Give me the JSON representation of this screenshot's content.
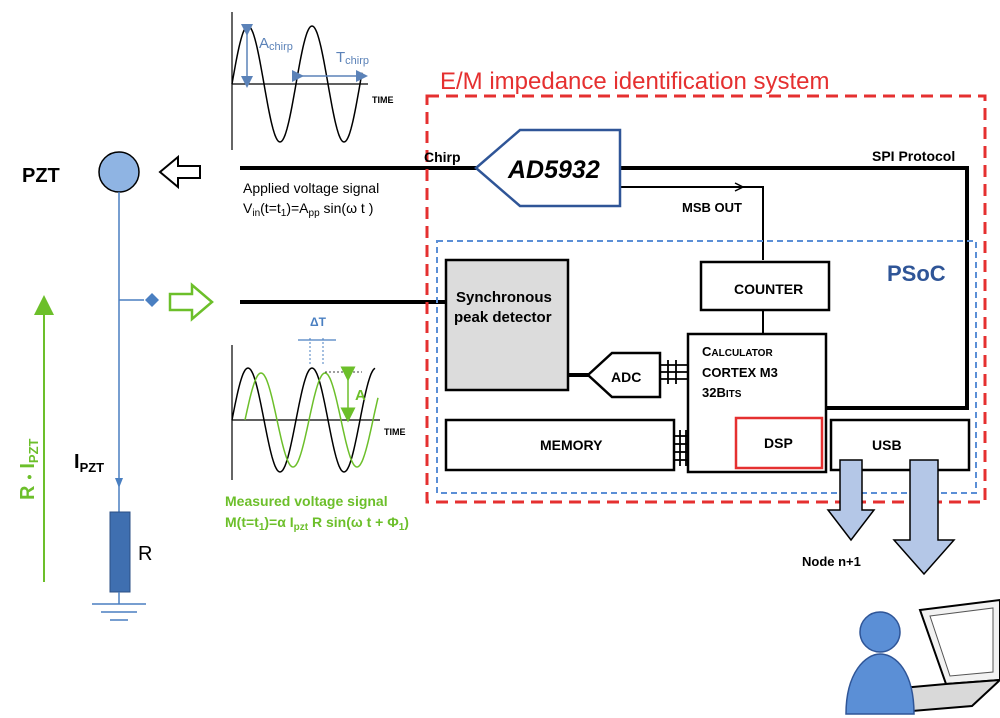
{
  "colors": {
    "black": "#000000",
    "red": "#e53030",
    "blue_dashed": "#5b8fd6",
    "green": "#6cbf2a",
    "pzt_blue": "#8fb4e3",
    "line_blue": "#4a7fc1",
    "resistor_blue": "#3f6fb0",
    "chirp_blue": "#5b82b8",
    "grey_fill": "#dcdcdc",
    "psoc_text": "#2f5597",
    "arrow_fill": "#b4c7e7"
  },
  "labels": {
    "system_title": "E/M impedance identification system",
    "psoc": "PSoC",
    "pzt": "PZT",
    "chirp": "Chirp",
    "ad5932": "AD5932",
    "spi_protocol": "SPI Protocol",
    "msb_out": "MSB OUT",
    "counter": "COUNTER",
    "sync_line1": "Synchronous",
    "sync_line2": "peak detector",
    "adc": "ADC",
    "calc_line1_big": "C",
    "calc_line1_small": "ALCULATOR",
    "calc_line2": "CORTEX M3",
    "calc_line3_big": "32B",
    "calc_line3_small": "ITS",
    "memory": "MEMORY",
    "dsp": "DSP",
    "usb": "USB",
    "node": "Node n+1",
    "applied_line1": "Applied voltage signal",
    "applied_v": "V",
    "applied_in": "in",
    "applied_t": "(t=t",
    "applied_1": "1",
    "applied_eq": ")=A",
    "applied_pp": "pp",
    "applied_sin": " sin(ω t  )",
    "measured_line1": "Measured voltage signal",
    "measured_m": "M(t=t",
    "measured_1": "1",
    "measured_mid": ")=α I",
    "measured_pzt": "pzt",
    "measured_end": " R sin(ω t + Φ",
    "measured_phi1": "1",
    "measured_close": ")",
    "a_chirp": "A",
    "a_chirp_sub": "chirp",
    "t_chirp": "T",
    "t_chirp_sub": "chirp",
    "time_top": "TIME",
    "time_bottom": "TIME",
    "delta_t": "ΔT",
    "amp_a": "A",
    "ipzt_i": "I",
    "ipzt_sub": "PZT",
    "resistor_r": "R",
    "vert_r": "R",
    "vert_dot": "•",
    "vert_i": "I",
    "vert_sub": "PZT"
  },
  "icons": [
    "hollow-left-arrow-icon",
    "green-right-arrow-icon",
    "ground-icon",
    "user-laptop-icon",
    "down-block-arrow-icon"
  ]
}
